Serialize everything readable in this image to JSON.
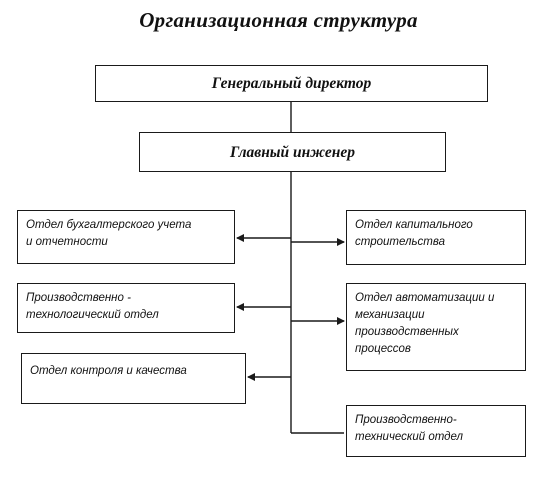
{
  "title": "Организационная структура",
  "director": "Генеральный директор",
  "chief_engineer": "Главный инженер",
  "left_departments": [
    {
      "line1": "Отдел бухгалтерского учета",
      "line2": "и отчетности"
    },
    {
      "line1": "Производственно -",
      "line2": "технологический отдел"
    },
    {
      "line1": "Отдел контроля и качества"
    }
  ],
  "right_departments": [
    {
      "line1": "Отдел капитального",
      "line2": "строительства"
    },
    {
      "line1": "Отдел автоматизации и",
      "line2": "механизации",
      "line3": "производственных",
      "line4": "процессов"
    },
    {
      "line1": "Производственно-",
      "line2": "технический отдел"
    }
  ]
}
